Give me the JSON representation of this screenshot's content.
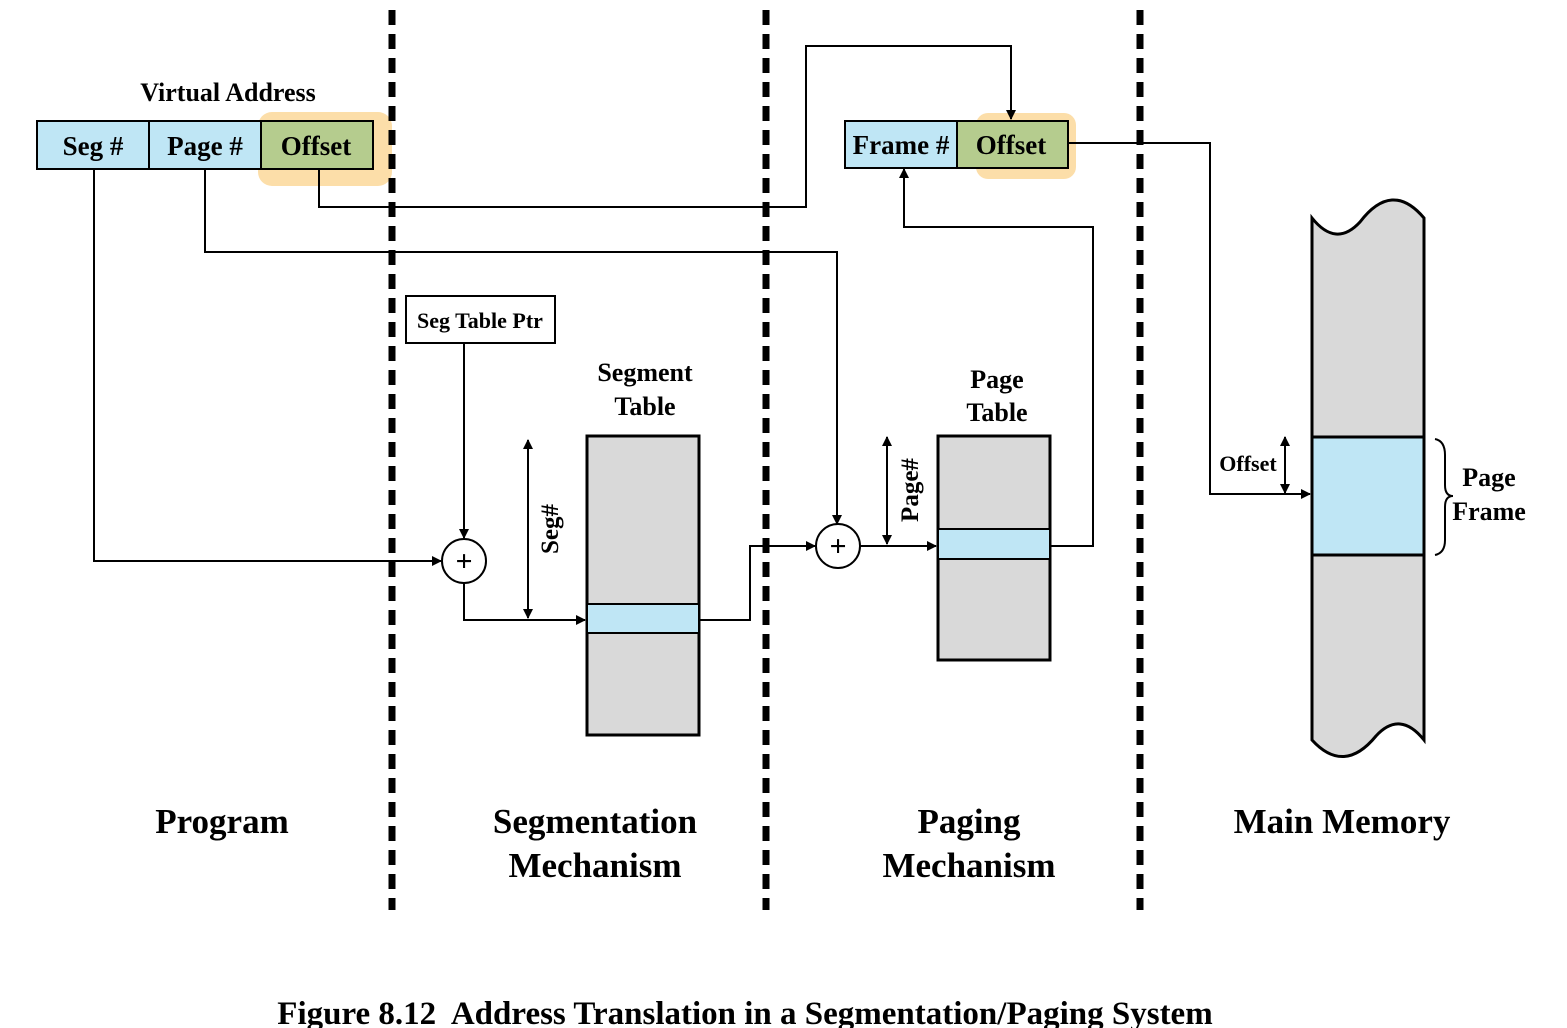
{
  "virtual_address": {
    "title": "Virtual Address",
    "fields": [
      "Seg #",
      "Page #",
      "Offset"
    ]
  },
  "physical_address": {
    "fields": [
      "Frame #",
      "Offset"
    ]
  },
  "seg_table_ptr": "Seg Table Ptr",
  "segment_table": {
    "title_line1": "Segment",
    "title_line2": "Table",
    "index_label": "Seg#"
  },
  "page_table": {
    "title_line1": "Page",
    "title_line2": "Table",
    "index_label": "Page#"
  },
  "main_memory": {
    "offset_label": "Offset",
    "frame_label_line1": "Page",
    "frame_label_line2": "Frame"
  },
  "adder_symbol": "+",
  "regions": {
    "program": "Program",
    "segmentation_line1": "Segmentation",
    "segmentation_line2": "Mechanism",
    "paging_line1": "Paging",
    "paging_line2": "Mechanism",
    "main_memory": "Main Memory"
  },
  "caption": "Figure 8.12  Address Translation in a Segmentation/Paging System",
  "colors": {
    "field_blue": "#bfe6f5",
    "offset_green": "#b5cc8e",
    "highlight_yellow": "#fbd89a",
    "table_gray": "#d9d9d9",
    "entry_blue": "#bfe6f5"
  }
}
